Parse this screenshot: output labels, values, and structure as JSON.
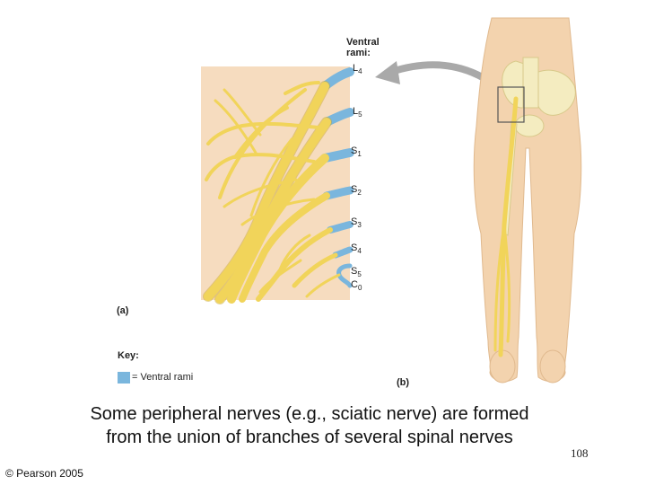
{
  "figure": {
    "rami_label": [
      "Ventral",
      "rami:"
    ],
    "nerve_labels": [
      {
        "base": "L",
        "sub": "4"
      },
      {
        "base": "L",
        "sub": "5"
      },
      {
        "base": "S",
        "sub": "1"
      },
      {
        "base": "S",
        "sub": "2"
      },
      {
        "base": "S",
        "sub": "3"
      },
      {
        "base": "S",
        "sub": "4"
      },
      {
        "base": "S",
        "sub": "5"
      },
      {
        "base": "C",
        "sub": "0"
      }
    ],
    "panel_a": "(a)",
    "panel_b": "(b)",
    "key_title": "Key:",
    "key_item": "= Ventral rami",
    "colors": {
      "nerve": "#f1d45a",
      "ramus": "#7ab6dd",
      "skin": "#f3d3ae",
      "bg": "#f6dcbf"
    }
  },
  "caption": {
    "line1": "Some peripheral nerves (e.g., sciatic nerve) are formed",
    "line2": "from the union of branches of several spinal nerves"
  },
  "slide_number": "108",
  "copyright": "© Pearson 2005"
}
